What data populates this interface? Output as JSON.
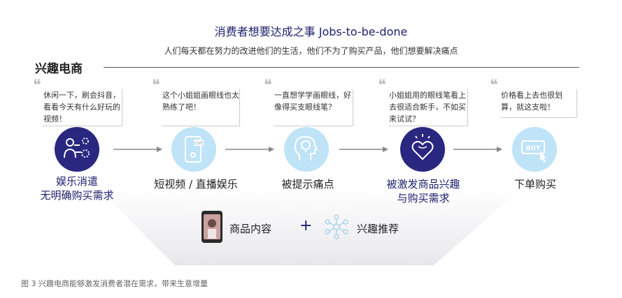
{
  "header": {
    "title": "消费者想要达成之事 Jobs-to-be-done",
    "subtitle": "人们每天都在努力的改进他们的生活，他们不为了购买产品，他们想要解决痛点",
    "section_label": "兴趣电商"
  },
  "steps": [
    {
      "quote": "休闲一下，刷会抖音，看看今天有什么好玩的视频！",
      "label_line1": "娱乐消遣",
      "label_line2": "无明确购买需求",
      "icon": "social-network-icon",
      "style": "dark"
    },
    {
      "quote": "这个小姐姐画眼线也太熟练了吧！",
      "label_line1": "短视频 / 直播娱乐",
      "label_line2": "",
      "icon": "live-video-phone-icon",
      "style": "light"
    },
    {
      "quote": "一直想学学画眼线，好像得买支眼线笔？",
      "label_line1": "被提示痛点",
      "label_line2": "",
      "icon": "head-lightbulb-icon",
      "style": "light"
    },
    {
      "quote": "小姐姐用的眼线笔看上去很适合新手，不如买来试试？",
      "label_line1": "被激发商品兴趣",
      "label_line2": "与购买需求",
      "icon": "heart-mind-icon",
      "style": "dark"
    },
    {
      "quote": "价格看上去也很划算，就这支啦！",
      "label_line1": "下单购买",
      "label_line2": "",
      "icon": "buy-button-icon",
      "style": "light"
    }
  ],
  "bottom": {
    "left_label": "商品内容",
    "plus": "+",
    "right_label": "兴趣推荐"
  },
  "caption": "图 3   兴趣电商能够激发消费者潜在需求，带来生意增量",
  "colors": {
    "dark_blue": "#2a2781",
    "light_blue": "#bfe3f7",
    "arrow": "#888888"
  }
}
